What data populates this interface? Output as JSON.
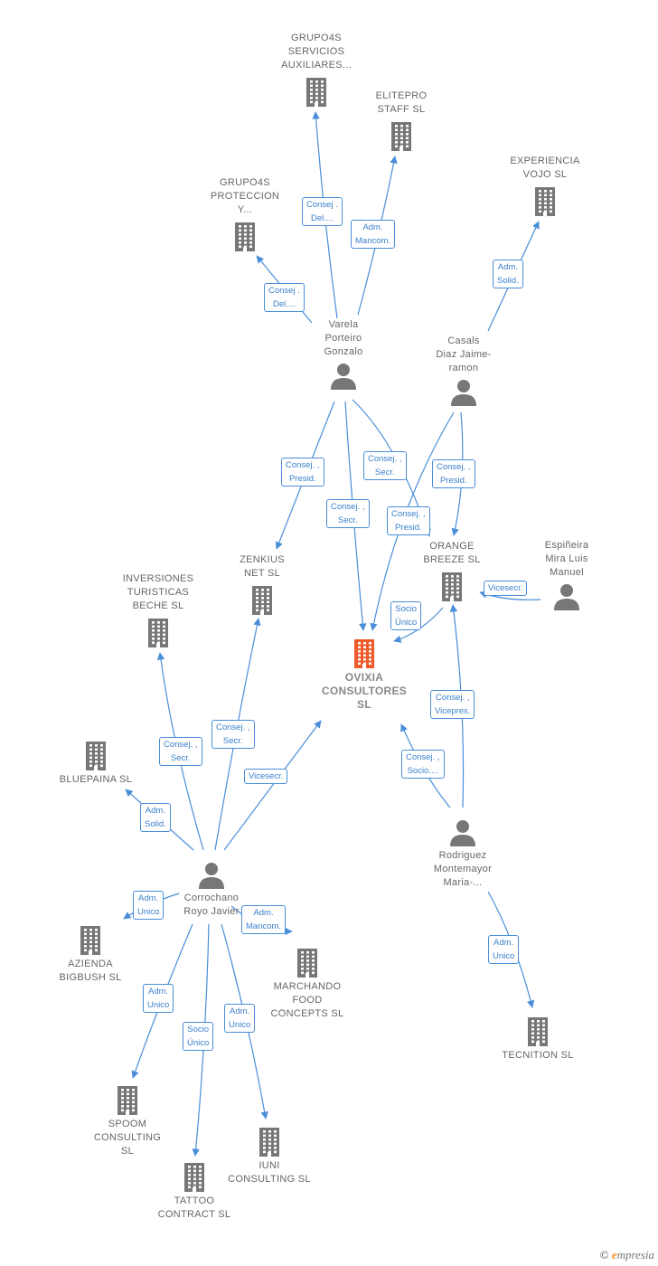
{
  "colors": {
    "edge": "#4a8ed9",
    "building": "#777777",
    "building_main": "#f0592a",
    "person": "#777777"
  },
  "nodes": [
    {
      "id": "grupo4s_serv",
      "type": "company",
      "lines": [
        "GRUPO4S",
        "SERVICIOS",
        "AUXILIARES..."
      ]
    },
    {
      "id": "elitepro",
      "type": "company",
      "lines": [
        "ELITEPRO",
        "STAFF  SL"
      ]
    },
    {
      "id": "grupo4s_prot",
      "type": "company",
      "lines": [
        "GRUPO4S",
        "PROTECCION",
        "Y..."
      ]
    },
    {
      "id": "experiencia",
      "type": "company",
      "lines": [
        "EXPERIENCIA",
        "VOJO SL"
      ]
    },
    {
      "id": "varela",
      "type": "person",
      "lines": [
        "Varela",
        "Porteiro",
        "Gonzalo"
      ]
    },
    {
      "id": "casals",
      "type": "person",
      "lines": [
        "Casals",
        "Diaz Jaime-",
        "ramon"
      ]
    },
    {
      "id": "zenkius",
      "type": "company",
      "lines": [
        "ZENKIUS",
        "NET  SL"
      ]
    },
    {
      "id": "orange",
      "type": "company",
      "lines": [
        "ORANGE",
        "BREEZE  SL"
      ]
    },
    {
      "id": "espineira",
      "type": "person",
      "lines": [
        "Espiñeira",
        "Mira Luis",
        "Manuel"
      ]
    },
    {
      "id": "inversiones",
      "type": "company",
      "lines": [
        "INVERSIONES",
        "TURISTICAS",
        "BECHE  SL"
      ]
    },
    {
      "id": "ovixia",
      "type": "company_main",
      "lines": [
        "OVIXIA",
        "CONSULTORES",
        "SL"
      ]
    },
    {
      "id": "bluepaina",
      "type": "company",
      "lines": [
        "BLUEPAINA  SL"
      ]
    },
    {
      "id": "rodriguez",
      "type": "person",
      "lines": [
        "Rodriguez",
        "Montemayor",
        "Maria-..."
      ]
    },
    {
      "id": "corrochano",
      "type": "person",
      "lines": [
        "Corrochano",
        "Royo Javier"
      ]
    },
    {
      "id": "azienda",
      "type": "company",
      "lines": [
        "AZIENDA",
        "BIGBUSH  SL"
      ]
    },
    {
      "id": "marchando",
      "type": "company",
      "lines": [
        "MARCHANDO",
        "FOOD",
        "CONCEPTS SL"
      ]
    },
    {
      "id": "tecnition",
      "type": "company",
      "lines": [
        "TECNITION  SL"
      ]
    },
    {
      "id": "spoom",
      "type": "company",
      "lines": [
        "SPOOM",
        "CONSULTING",
        "SL"
      ]
    },
    {
      "id": "iuni",
      "type": "company",
      "lines": [
        "IUNI",
        "CONSULTING SL"
      ]
    },
    {
      "id": "tattoo",
      "type": "company",
      "lines": [
        "TATTOO",
        "CONTRACT SL"
      ]
    }
  ],
  "edges": [
    {
      "id": "e_varela_grupo4s_serv",
      "from": "varela",
      "to": "grupo4s_serv",
      "label": [
        "Consej .",
        "Del...."
      ]
    },
    {
      "id": "e_varela_elitepro",
      "from": "varela",
      "to": "elitepro",
      "label": [
        "Adm.",
        "Mancom."
      ]
    },
    {
      "id": "e_varela_grupo4s_prot",
      "from": "varela",
      "to": "grupo4s_prot",
      "label": [
        "Consej .",
        "Del...."
      ]
    },
    {
      "id": "e_casals_experiencia",
      "from": "casals",
      "to": "experiencia",
      "label": [
        "Adm.",
        "Solid."
      ]
    },
    {
      "id": "e_varela_zenkius",
      "from": "varela",
      "to": "zenkius",
      "label": [
        "Consej. ,",
        "Presid."
      ]
    },
    {
      "id": "e_varela_orange",
      "from": "varela",
      "to": "orange",
      "label": [
        "Consej. ,",
        "Secr."
      ]
    },
    {
      "id": "e_varela_ovixia",
      "from": "varela",
      "to": "ovixia",
      "label": [
        "Consej. ,",
        "Secr."
      ]
    },
    {
      "id": "e_casals_orange",
      "from": "casals",
      "to": "orange",
      "label": [
        "Consej. ,",
        "Presid."
      ]
    },
    {
      "id": "e_casals_ovixia",
      "from": "casals",
      "to": "ovixia",
      "label": [
        "Consej. ,",
        "Presid."
      ]
    },
    {
      "id": "e_espineira_orange",
      "from": "espineira",
      "to": "orange",
      "label": [
        "Vicesecr."
      ]
    },
    {
      "id": "e_orange_ovixia",
      "from": "orange",
      "to": "ovixia",
      "label": [
        "Socio",
        "Único"
      ]
    },
    {
      "id": "e_rodriguez_orange",
      "from": "rodriguez",
      "to": "orange",
      "label": [
        "Consej. ,",
        "Vicepres."
      ]
    },
    {
      "id": "e_rodriguez_ovixia",
      "from": "rodriguez",
      "to": "ovixia",
      "label": [
        "Consej. ,",
        "Socio...."
      ]
    },
    {
      "id": "e_rodriguez_tecnition",
      "from": "rodriguez",
      "to": "tecnition",
      "label": [
        "Adm.",
        "Unico"
      ]
    },
    {
      "id": "e_corr_inversiones",
      "from": "corrochano",
      "to": "inversiones",
      "label": [
        "Consej. ,",
        "Secr."
      ]
    },
    {
      "id": "e_corr_zenkius",
      "from": "corrochano",
      "to": "zenkius",
      "label": [
        "Consej. ,",
        "Secr."
      ]
    },
    {
      "id": "e_corr_ovixia",
      "from": "corrochano",
      "to": "ovixia",
      "label": [
        "Vicesecr."
      ]
    },
    {
      "id": "e_corr_bluepaina",
      "from": "corrochano",
      "to": "bluepaina",
      "label": [
        "Adm.",
        "Solid."
      ]
    },
    {
      "id": "e_corr_azienda",
      "from": "corrochano",
      "to": "azienda",
      "label": [
        "Adm.",
        "Unico"
      ]
    },
    {
      "id": "e_corr_marchando",
      "from": "corrochano",
      "to": "marchando",
      "label": [
        "Adm.",
        "Mancom."
      ]
    },
    {
      "id": "e_corr_spoom",
      "from": "corrochano",
      "to": "spoom",
      "label": [
        "Adm.",
        "Unico"
      ]
    },
    {
      "id": "e_corr_tattoo",
      "from": "corrochano",
      "to": "tattoo",
      "label": [
        "Socio",
        "Único"
      ]
    },
    {
      "id": "e_corr_iuni",
      "from": "corrochano",
      "to": "iuni",
      "label": [
        "Adm.",
        "Unico"
      ]
    }
  ],
  "footer": {
    "copyright_symbol": "©",
    "brand_initial": "e",
    "brand_rest": "mpresia"
  }
}
